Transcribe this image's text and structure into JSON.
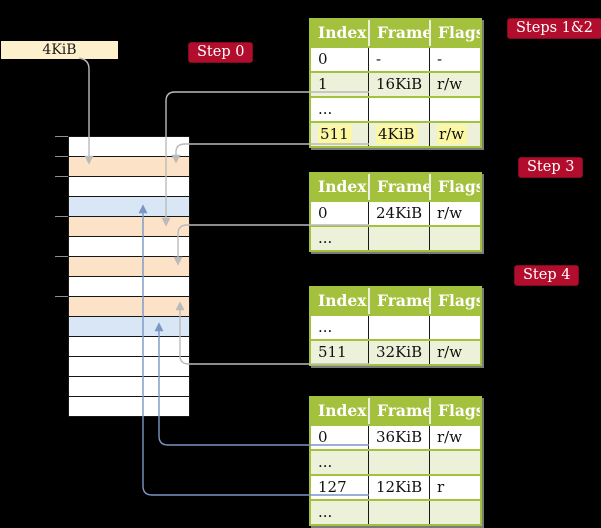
{
  "background": "#000000",
  "cr3_box": {
    "label": "4KiB"
  },
  "labels": {
    "step0": "Step 0",
    "steps12": "Steps 1&2",
    "step3": "Step 3",
    "step4": "Step 4"
  },
  "memory": {
    "row_colors": [
      "white",
      "orange",
      "white",
      "blue",
      "orange",
      "white",
      "orange",
      "white",
      "orange",
      "blue",
      "white",
      "white",
      "white",
      "white"
    ],
    "tick_count": 6
  },
  "tables": [
    {
      "name": "page-table-steps-1-2",
      "headers": [
        "Index",
        "Frame",
        "Flags"
      ],
      "rows": [
        {
          "cells": [
            "0",
            "-",
            "-"
          ],
          "shade": false,
          "highlight": false
        },
        {
          "cells": [
            "1",
            "16KiB",
            "r/w"
          ],
          "shade": true,
          "highlight": false
        },
        {
          "cells": [
            "...",
            "",
            ""
          ],
          "shade": false,
          "highlight": false
        },
        {
          "cells": [
            "511",
            "4KiB",
            "r/w"
          ],
          "shade": true,
          "highlight": true
        }
      ]
    },
    {
      "name": "page-table-step-3",
      "headers": [
        "Index",
        "Frame",
        "Flags"
      ],
      "rows": [
        {
          "cells": [
            "0",
            "24KiB",
            "r/w"
          ],
          "shade": false,
          "highlight": false
        },
        {
          "cells": [
            "...",
            "",
            ""
          ],
          "shade": true,
          "highlight": false
        }
      ]
    },
    {
      "name": "page-table-step-4",
      "headers": [
        "Index",
        "Frame",
        "Flags"
      ],
      "rows": [
        {
          "cells": [
            "...",
            "",
            ""
          ],
          "shade": false,
          "highlight": false
        },
        {
          "cells": [
            "511",
            "32KiB",
            "r/w"
          ],
          "shade": true,
          "highlight": false
        }
      ]
    },
    {
      "name": "page-table-final",
      "headers": [
        "Index",
        "Frame",
        "Flags"
      ],
      "rows": [
        {
          "cells": [
            "0",
            "36KiB",
            "r/w"
          ],
          "shade": false,
          "highlight": false
        },
        {
          "cells": [
            "...",
            "",
            ""
          ],
          "shade": true,
          "highlight": false
        },
        {
          "cells": [
            "127",
            "12KiB",
            "r"
          ],
          "shade": false,
          "highlight": false
        },
        {
          "cells": [
            "...",
            "",
            ""
          ],
          "shade": true,
          "highlight": false
        }
      ]
    }
  ],
  "colors": {
    "table_green": "#a4c13d",
    "row_light_green": "#edf1da",
    "highlight_yellow": "#fcf7a2",
    "step_label_bg": "#b30d2d",
    "cr3_box_bg": "#fcf0cd",
    "mem_orange": "#fce3c7",
    "mem_blue": "#d9e6f5",
    "arrow_gray": "#bbbbbb",
    "arrow_blue": "#7b96c5"
  }
}
